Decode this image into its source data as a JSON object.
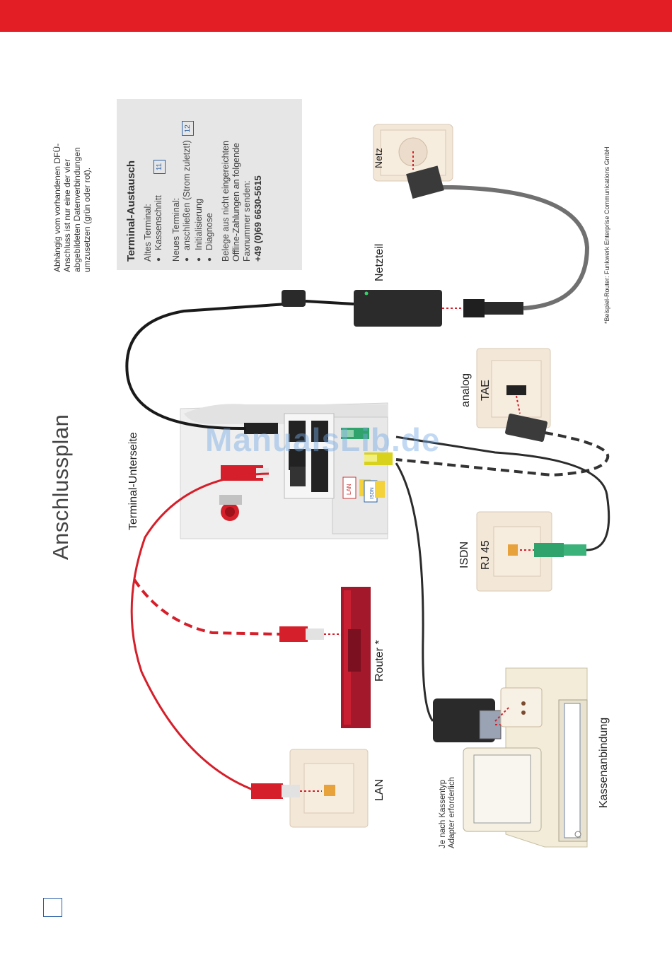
{
  "page": {
    "title": "Anschlussplan",
    "intro_note": "Abhängig vom vorhandenen DFÜ-Anschluss ist nur eine der vier abgebildeten Datenverbindungen umzusetzen (grün oder rot).",
    "footer_note": "*Beispiel-Router: Funkwerk Enterprise Communications GmbH",
    "watermark": "ManualsLib.de",
    "accent_color": "#e31e24"
  },
  "info_box": {
    "title": "Terminal-Austausch",
    "old_terminal_label": "Altes Terminal:",
    "old_items": [
      {
        "text": "Kassenschnitt",
        "ref": "11"
      }
    ],
    "new_terminal_label": "Neues Terminal:",
    "new_items": [
      {
        "text": "anschließen (Strom zuletzt!)",
        "ref": "12"
      },
      {
        "text": "Initialisierung",
        "ref": ""
      },
      {
        "text": "Diagnose",
        "ref": ""
      }
    ],
    "fax_note": "Belege aus nicht eingereichten Offline-Zahlungen an folgende Faxnummer senden:",
    "fax_number": "+49 (0)69 6630-5615"
  },
  "labels": {
    "terminal": "Terminal-Unterseite",
    "netzteil": "Netzteil",
    "netz": "Netz",
    "analog": "analog",
    "tae": "TAE",
    "isdn": "ISDN",
    "rj45": "RJ 45",
    "router": "Router *",
    "lan": "LAN",
    "kasse": "Kassenanbindung",
    "adapter_note": "Je nach Kassentyp Adapter erforderlich",
    "port_lan": "LAN",
    "port_isdn": "ISDN"
  }
}
